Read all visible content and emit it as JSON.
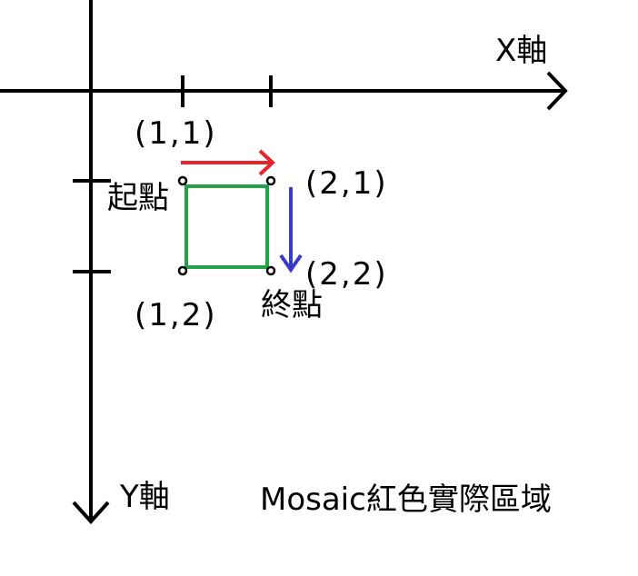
{
  "axes": {
    "x_label": "X軸",
    "y_label": "Y軸"
  },
  "points": {
    "p11": "(1,1)",
    "p21": "(2,1)",
    "p22": "(2,2)",
    "p12": "(1,2)"
  },
  "labels": {
    "start": "起點",
    "end": "終點",
    "caption": "Mosaic紅色實際區域"
  },
  "colors": {
    "axis": "#000000",
    "region": "#22a34a",
    "x_direction_arrow": "#e5232b",
    "y_direction_arrow": "#3a3acb"
  }
}
